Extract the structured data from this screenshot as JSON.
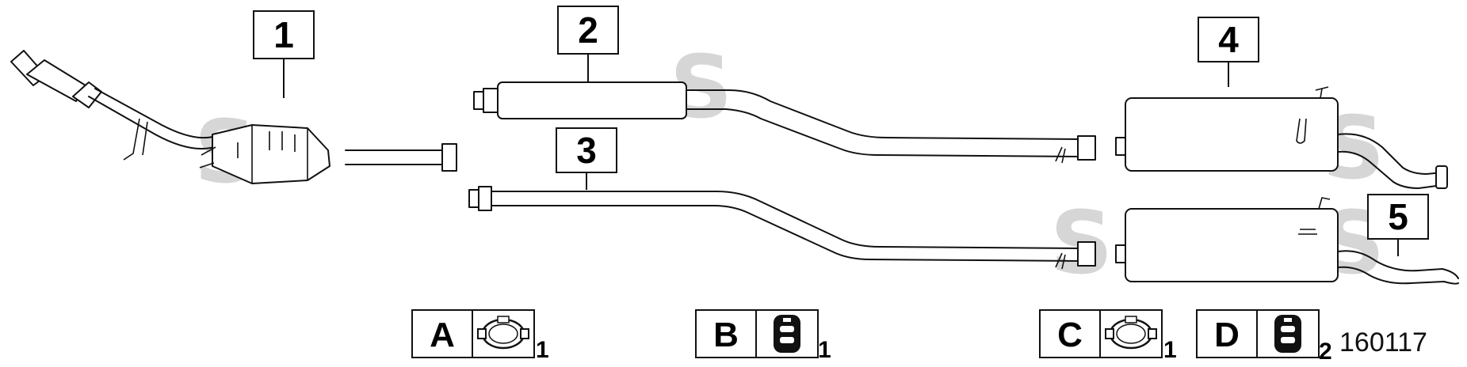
{
  "callouts": {
    "p1": "1",
    "p2": "2",
    "p3": "3",
    "p4": "4",
    "p5": "5"
  },
  "accessories": [
    {
      "letter": "A",
      "qty": "1",
      "icon": "clamp-icon"
    },
    {
      "letter": "B",
      "qty": "1",
      "icon": "rubber-mount-icon"
    },
    {
      "letter": "C",
      "qty": "1",
      "icon": "clamp-icon"
    },
    {
      "letter": "D",
      "qty": "2",
      "icon": "rubber-mount-icon"
    }
  ],
  "diagram_number": "160117",
  "watermark": "S",
  "colors": {
    "line": "#111111",
    "watermark": "#d6d6d6"
  }
}
